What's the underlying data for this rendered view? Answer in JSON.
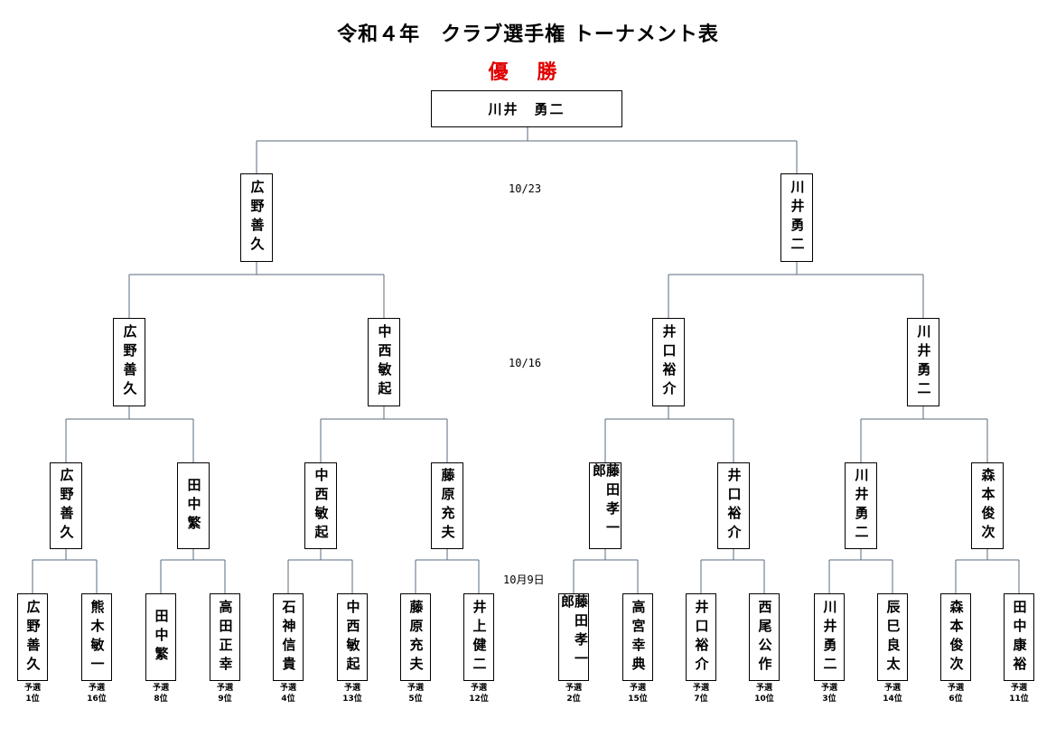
{
  "title": "令和４年　クラブ選手権 トーナメント表",
  "champion_label": "優 勝",
  "champion_color": "#e00000",
  "line_color": "#5a6b7d",
  "champion": "川井　勇二",
  "round_dates": {
    "final": "10/23",
    "semifinal": "10/16",
    "first": "10月9日"
  },
  "first_round": [
    {
      "name": "広野善久",
      "seed": "予選\n1位"
    },
    {
      "name": "熊木敏一",
      "seed": "予選\n16位"
    },
    {
      "name": "田中繁",
      "seed": "予選\n8位"
    },
    {
      "name": "高田正幸",
      "seed": "予選\n9位"
    },
    {
      "name": "石神信貴",
      "seed": "予選\n4位"
    },
    {
      "name": "中西敏起",
      "seed": "予選\n13位"
    },
    {
      "name": "藤原充夫",
      "seed": "予選\n5位"
    },
    {
      "name": "井上健二",
      "seed": "予選\n12位"
    },
    {
      "name": "藤田孝一郎",
      "seed": "予選\n2位"
    },
    {
      "name": "高宮幸典",
      "seed": "予選\n15位"
    },
    {
      "name": "井口裕介",
      "seed": "予選\n7位"
    },
    {
      "name": "西尾公作",
      "seed": "予選\n10位"
    },
    {
      "name": "川井勇二",
      "seed": "予選\n3位"
    },
    {
      "name": "辰巳良太",
      "seed": "予選\n14位"
    },
    {
      "name": "森本俊次",
      "seed": "予選\n6位"
    },
    {
      "name": "田中康裕",
      "seed": "予選\n11位"
    }
  ],
  "quarterfinal": [
    "広野善久",
    "田中繁",
    "中西敏起",
    "藤原充夫",
    "藤田孝一郎",
    "井口裕介",
    "川井勇二",
    "森本俊次"
  ],
  "semifinal": [
    "広野善久",
    "中西敏起",
    "井口裕介",
    "川井勇二"
  ],
  "final": [
    "広野善久",
    "川井勇二"
  ],
  "chart_data": {
    "type": "table",
    "title": "令和４年　クラブ選手権 トーナメント表",
    "rounds": [
      {
        "date": "10月9日",
        "players": [
          "広野善久",
          "熊木敏一",
          "田中繁",
          "高田正幸",
          "石神信貴",
          "中西敏起",
          "藤原充夫",
          "井上健二",
          "藤田孝一郎",
          "高宮幸典",
          "井口裕介",
          "西尾公作",
          "川井勇二",
          "辰巳良太",
          "森本俊次",
          "田中康裕"
        ]
      },
      {
        "date": "10月9日",
        "winners": [
          "広野善久",
          "田中繁",
          "中西敏起",
          "藤原充夫",
          "藤田孝一郎",
          "井口裕介",
          "川井勇二",
          "森本俊次"
        ]
      },
      {
        "date": "10/16",
        "winners": [
          "広野善久",
          "中西敏起",
          "井口裕介",
          "川井勇二"
        ]
      },
      {
        "date": "10/23",
        "winners": [
          "広野善久",
          "川井勇二"
        ]
      }
    ],
    "champion": "川井　勇二"
  }
}
